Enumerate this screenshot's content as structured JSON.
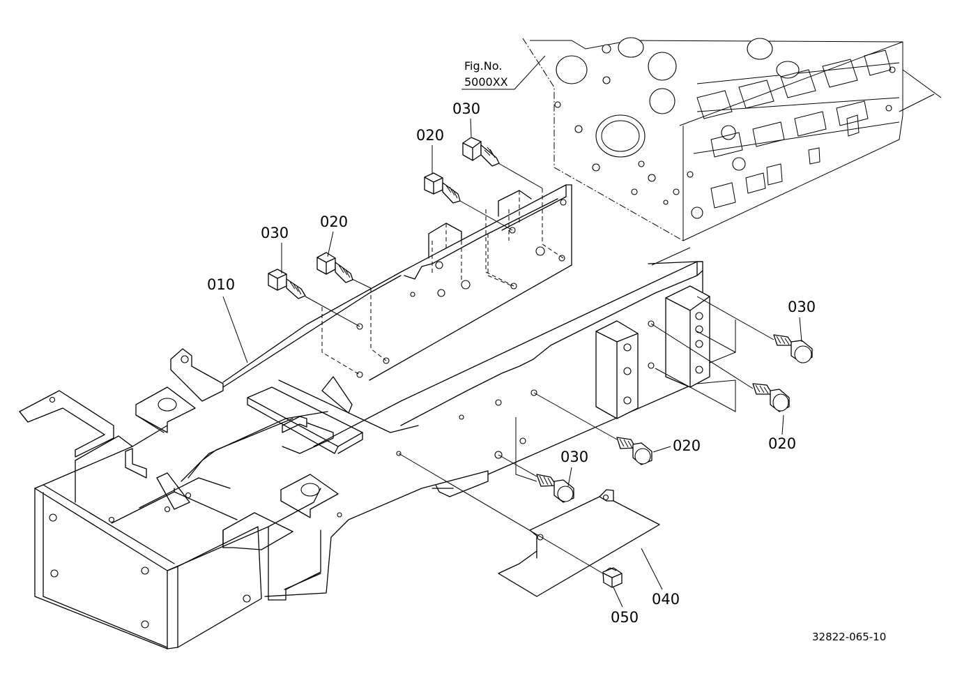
{
  "figure_ref": {
    "line1": "Fig.No.",
    "line2": "5000XX"
  },
  "drawing_number": "32822-065-10",
  "callouts": [
    {
      "id": "010",
      "text": "010"
    },
    {
      "id": "020a",
      "text": "020"
    },
    {
      "id": "020b",
      "text": "020"
    },
    {
      "id": "020c",
      "text": "020"
    },
    {
      "id": "020d",
      "text": "020"
    },
    {
      "id": "030a",
      "text": "030"
    },
    {
      "id": "030b",
      "text": "030"
    },
    {
      "id": "030c",
      "text": "030"
    },
    {
      "id": "030d",
      "text": "030"
    },
    {
      "id": "040",
      "text": "040"
    },
    {
      "id": "050",
      "text": "050"
    }
  ]
}
